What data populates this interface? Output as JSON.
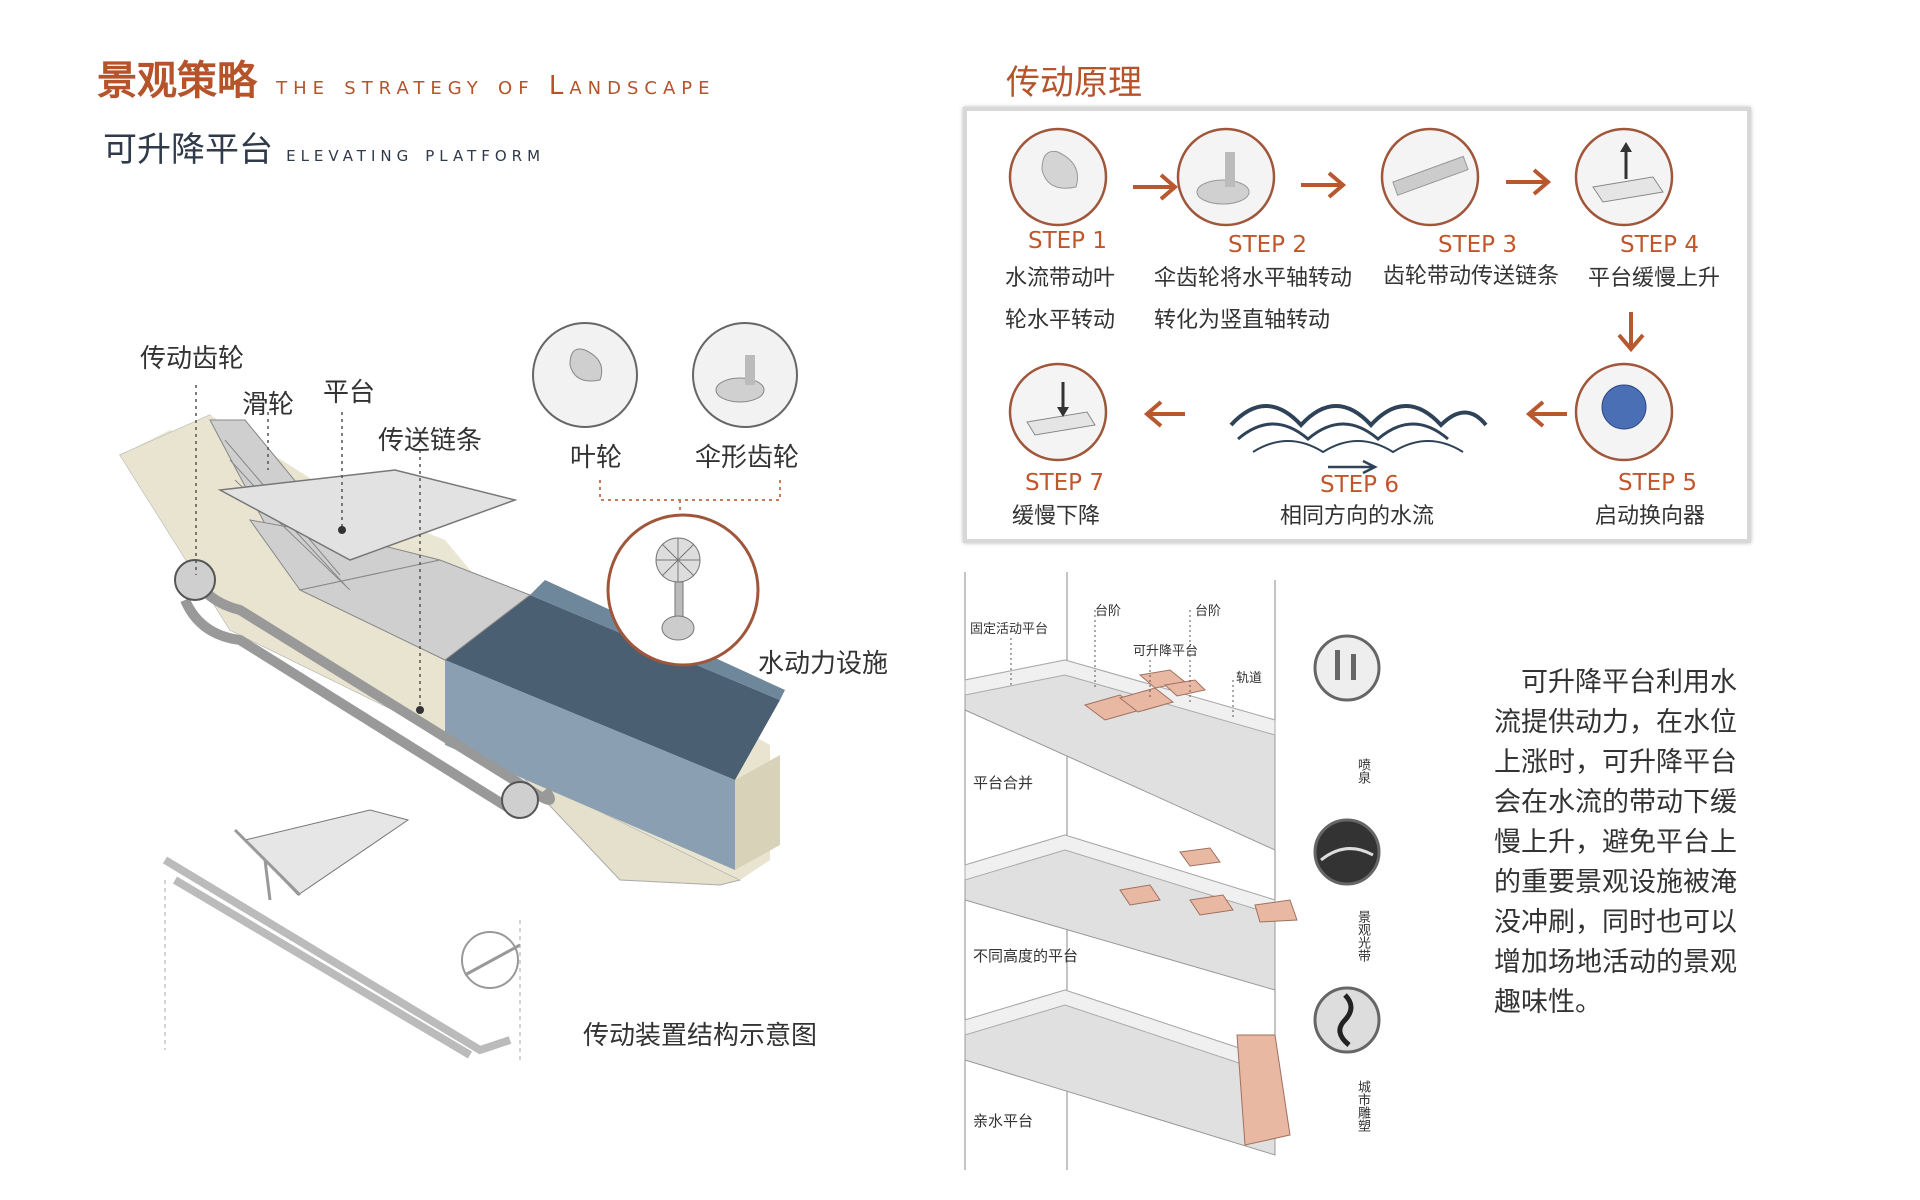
{
  "header": {
    "title_cn": "景观策略",
    "title_en": "the strategy of Landscape",
    "subtitle_cn": "可升降平台",
    "subtitle_en": "elevating platform"
  },
  "left_diagram": {
    "labels": {
      "gear": "传动齿轮",
      "pulley": "滑轮",
      "platform": "平台",
      "chain": "传送链条",
      "impeller": "叶轮",
      "bevel_gear": "伞形齿轮",
      "hydro": "水动力设施"
    },
    "caption": "传动装置结构示意图"
  },
  "mechanism": {
    "title": "传动原理",
    "steps": [
      {
        "label": "STEP 1",
        "line1": "水流带动叶",
        "line2": "轮水平转动"
      },
      {
        "label": "STEP 2",
        "line1": "伞齿轮将水平轴转动",
        "line2": "转化为竖直轴转动"
      },
      {
        "label": "STEP 3",
        "line1": "齿轮带动传送链条",
        "line2": ""
      },
      {
        "label": "STEP 4",
        "line1": "平台缓慢上升",
        "line2": ""
      },
      {
        "label": "STEP 5",
        "line1": "启动换向器",
        "line2": ""
      },
      {
        "label": "STEP 6",
        "line1": "相同方向的水流",
        "line2": ""
      },
      {
        "label": "STEP 7",
        "line1": "缓慢下降",
        "line2": ""
      }
    ]
  },
  "section": {
    "labels": {
      "fixed": "固定活动平台",
      "step_a": "台阶",
      "step_b": "台阶",
      "lift": "可升降平台",
      "track": "轨道",
      "merge": "平台合并",
      "heights": "不同高度的平台",
      "waterside": "亲水平台"
    },
    "icons": {
      "fountain": "喷泉",
      "lightbelt": "景观光带",
      "sculpture": "城市雕塑"
    }
  },
  "description": {
    "lines": [
      "　可升降平台利用水",
      "流提供动力，在水位",
      "上涨时，可升降平台",
      "会在水流的带动下缓",
      "慢上升，避免平台上",
      "的重要景观设施被淹",
      "没冲刷，同时也可以",
      "增加场地活动的景观",
      "趣味性。"
    ]
  },
  "colors": {
    "accent": "#c0562c",
    "water": "#4a5f72",
    "wall": "#e6e2cf",
    "tile": "#e8b8a2"
  }
}
